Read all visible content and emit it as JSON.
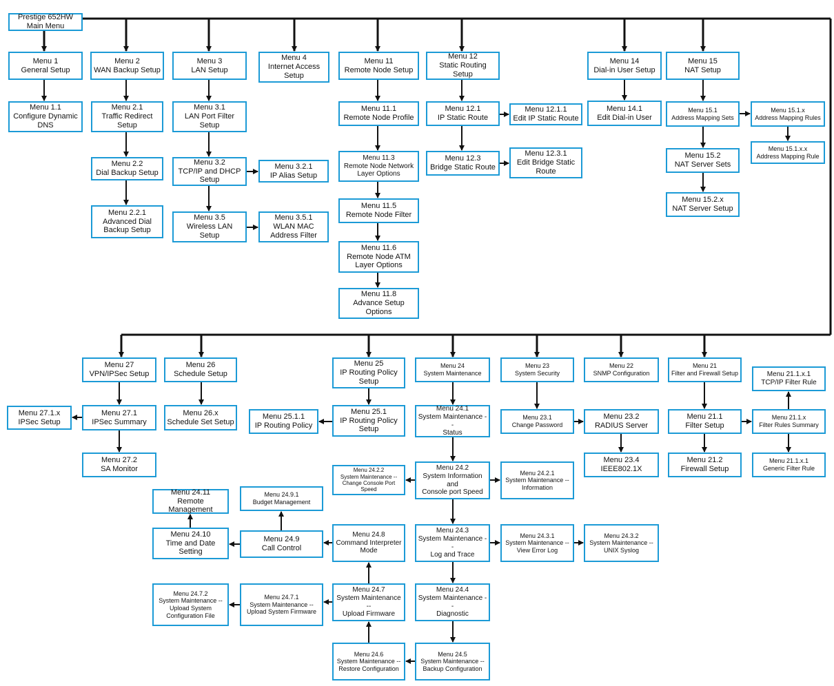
{
  "nodes": {
    "main": "Prestige 652HW\nMain Menu",
    "m1": "Menu 1\nGeneral Setup",
    "m1_1": "Menu 1.1\nConfigure Dynamic\nDNS",
    "m2": "Menu 2\nWAN Backup Setup",
    "m2_1": "Menu 2.1\nTraffic Redirect\nSetup",
    "m2_2": "Menu 2.2\nDial Backup Setup",
    "m2_2_1": "Menu 2.2.1\nAdvanced Dial\nBackup Setup",
    "m3": "Menu 3\nLAN Setup",
    "m3_1": "Menu 3.1\nLAN Port Filter\nSetup",
    "m3_2": "Menu 3.2\nTCP/IP and DHCP\nSetup",
    "m3_2_1": "Menu 3.2.1\nIP Alias Setup",
    "m3_5": "Menu 3.5\nWireless LAN\nSetup",
    "m3_5_1": "Menu 3.5.1\nWLAN MAC\nAddress Filter",
    "m4": "Menu 4\nInternet Access\nSetup",
    "m11": "Menu 11\nRemote Node Setup",
    "m11_1": "Menu 11.1\nRemote Node Profile",
    "m11_3": "Menu 11.3\nRemote Node Network\nLayer Options",
    "m11_5": "Menu 11.5\nRemote Node Filter",
    "m11_6": "Menu 11.6\nRemote Node ATM\nLayer Options",
    "m11_8": "Menu 11.8\nAdvance Setup\nOptions",
    "m12": "Menu 12\nStatic Routing Setup",
    "m12_1": "Menu 12.1\nIP Static Route",
    "m12_1_1": "Menu 12.1.1\nEdit IP Static Route",
    "m12_3": "Menu 12.3\nBridge Static Route",
    "m12_3_1": "Menu 12.3.1\nEdit Bridge Static\nRoute",
    "m14": "Menu 14\nDial-in User Setup",
    "m14_1": "Menu 14.1\nEdit Dial-in User",
    "m15": "Menu 15\nNAT Setup",
    "m15_1": "Menu 15.1\nAddress Mapping Sets",
    "m15_1_x": "Menu 15.1.x\nAddress Mapping Rules",
    "m15_1_x_x": "Menu 15.1.x.x\nAddress Mapping Rule",
    "m15_2": "Menu 15.2\nNAT Server Sets",
    "m15_2_x": "Menu 15.2.x\nNAT Server Setup",
    "m27": "Menu 27\nVPN/IPSec Setup",
    "m27_1": "Menu 27.1\nIPSec Summary",
    "m27_1_x": "Menu 27.1.x\nIPSec Setup",
    "m27_2": "Menu 27.2\nSA Monitor",
    "m26": "Menu 26\nSchedule Setup",
    "m26_x": "Menu 26.x\nSchedule Set Setup",
    "m25": "Menu 25\nIP Routing Policy\nSetup",
    "m25_1": "Menu 25.1\nIP Routing Policy\nSetup",
    "m25_1_1": "Menu 25.1.1\nIP Routing Policy",
    "m24": "Menu 24\nSystem Maintenance",
    "m24_1": "Menu 24.1\nSystem Maintenance --\nStatus",
    "m24_2": "Menu 24.2\nSystem Information and\nConsole port Speed",
    "m24_2_1": "Menu 24.2.1\nSystem Maintenance --\nInformation",
    "m24_2_2": "Menu 24.2.2\nSystem Maintenance --\nChange Console Port Speed",
    "m24_3": "Menu 24.3\nSystem Maintenance --\nLog and Trace",
    "m24_3_1": "Menu 24.3.1\nSystem Maintenance --\nView Error Log",
    "m24_3_2": "Menu 24.3.2\nSystem Maintenance --\nUNIX Syslog",
    "m24_4": "Menu 24.4\nSystem Maintenance --\nDiagnostic",
    "m24_5": "Menu 24.5\nSystem Maintenance --\nBackup Configuration",
    "m24_6": "Menu 24.6\nSystem Maintenance --\nRestore Configuration",
    "m24_7": "Menu 24.7\nSystem Maintenance --\nUpload Firmware",
    "m24_7_1": "Menu 24.7.1\nSystem Maintenance --\nUpload System Firmware",
    "m24_7_2": "Menu 24.7.2\nSystem Maintenance --\nUpload System\nConfiguration File",
    "m24_8": "Menu 24.8\nCommand Interpreter\nMode",
    "m24_9": "Menu 24.9\nCall Control",
    "m24_9_1": "Menu 24.9.1\nBudget Management",
    "m24_10": "Menu 24.10\nTime and Date\nSetting",
    "m24_11": "Menu 24.11\nRemote Management",
    "m23": "Menu 23\nSystem Security",
    "m23_1": "Menu 23.1\nChange Password",
    "m23_2": "Menu 23.2\nRADIUS Server",
    "m23_4": "Menu 23.4\nIEEE802.1X",
    "m22": "Menu 22\nSNMP Configuration",
    "m21": "Menu 21\nFilter and Firewall Setup",
    "m21_1": "Menu 21.1\nFilter Setup",
    "m21_2": "Menu 21.2\nFirewall Setup",
    "m21_1_x": "Menu 21.1.x\nFilter Rules Summary",
    "m21_1_x_1_tcp": "Menu 21.1.x.1\nTCP/IP Filter Rule",
    "m21_1_x_1_gen": "Menu 21.1.x.1\nGeneric Filter Rule"
  }
}
